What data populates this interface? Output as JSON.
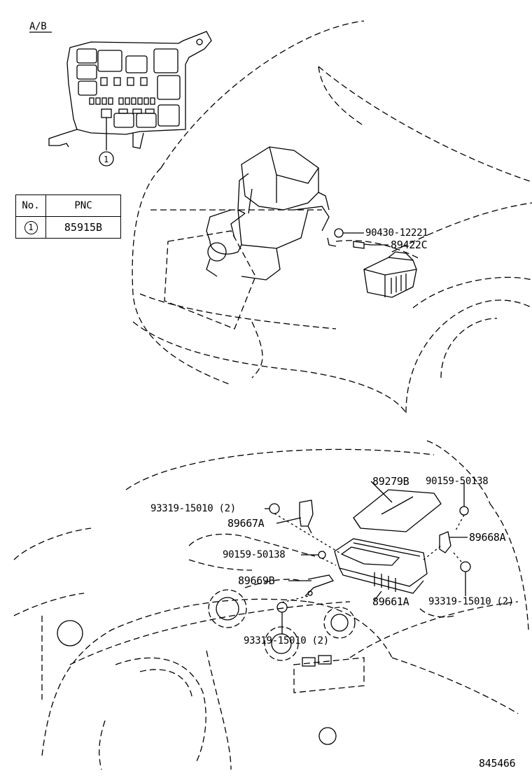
{
  "inset": {
    "label": "A/B",
    "callout": "1"
  },
  "table": {
    "headers": [
      "No.",
      "PNC"
    ],
    "rows": [
      {
        "no": "1",
        "pnc": "85915B"
      }
    ]
  },
  "upper_parts": [
    {
      "id": "p-90430-12221",
      "text": "90430-12221"
    },
    {
      "id": "p-89422c",
      "text": "89422C"
    }
  ],
  "lower_parts": [
    {
      "id": "p-89279b",
      "text": "89279B"
    },
    {
      "id": "p-90159-50138-a",
      "text": "90159-50138"
    },
    {
      "id": "p-93319-15010-a",
      "text": "93319-15010 (2)"
    },
    {
      "id": "p-89667a",
      "text": "89667A"
    },
    {
      "id": "p-89668a",
      "text": "89668A"
    },
    {
      "id": "p-90159-50138-b",
      "text": "90159-50138"
    },
    {
      "id": "p-89669b",
      "text": "89669B"
    },
    {
      "id": "p-89661a",
      "text": "89661A"
    },
    {
      "id": "p-93319-15010-b",
      "text": "93319-15010 (2)"
    },
    {
      "id": "p-93319-15010-c",
      "text": "93319-15010 (2)"
    }
  ],
  "diagram_number": "845466"
}
